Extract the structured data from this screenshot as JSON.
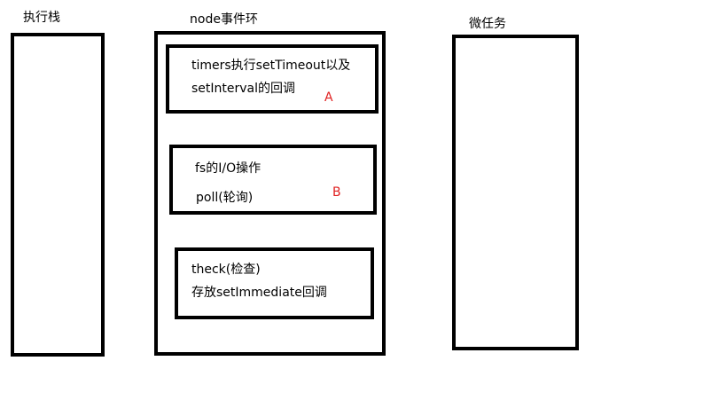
{
  "call_stack": {
    "title": "执行栈"
  },
  "event_loop": {
    "title": "node事件环",
    "phases": [
      {
        "line1": "timers执行setTimeout以及",
        "line2": "setInterval的回调",
        "marker": "A"
      },
      {
        "line1": "fs的I/O操作",
        "line2": "poll(轮询)",
        "marker": "B"
      },
      {
        "line1": "theck(检查)",
        "line2": "存放setImmediate回调"
      }
    ]
  },
  "microtask": {
    "title": "微任务"
  },
  "colors": {
    "stroke": "#000000",
    "marker": "#e02020"
  }
}
